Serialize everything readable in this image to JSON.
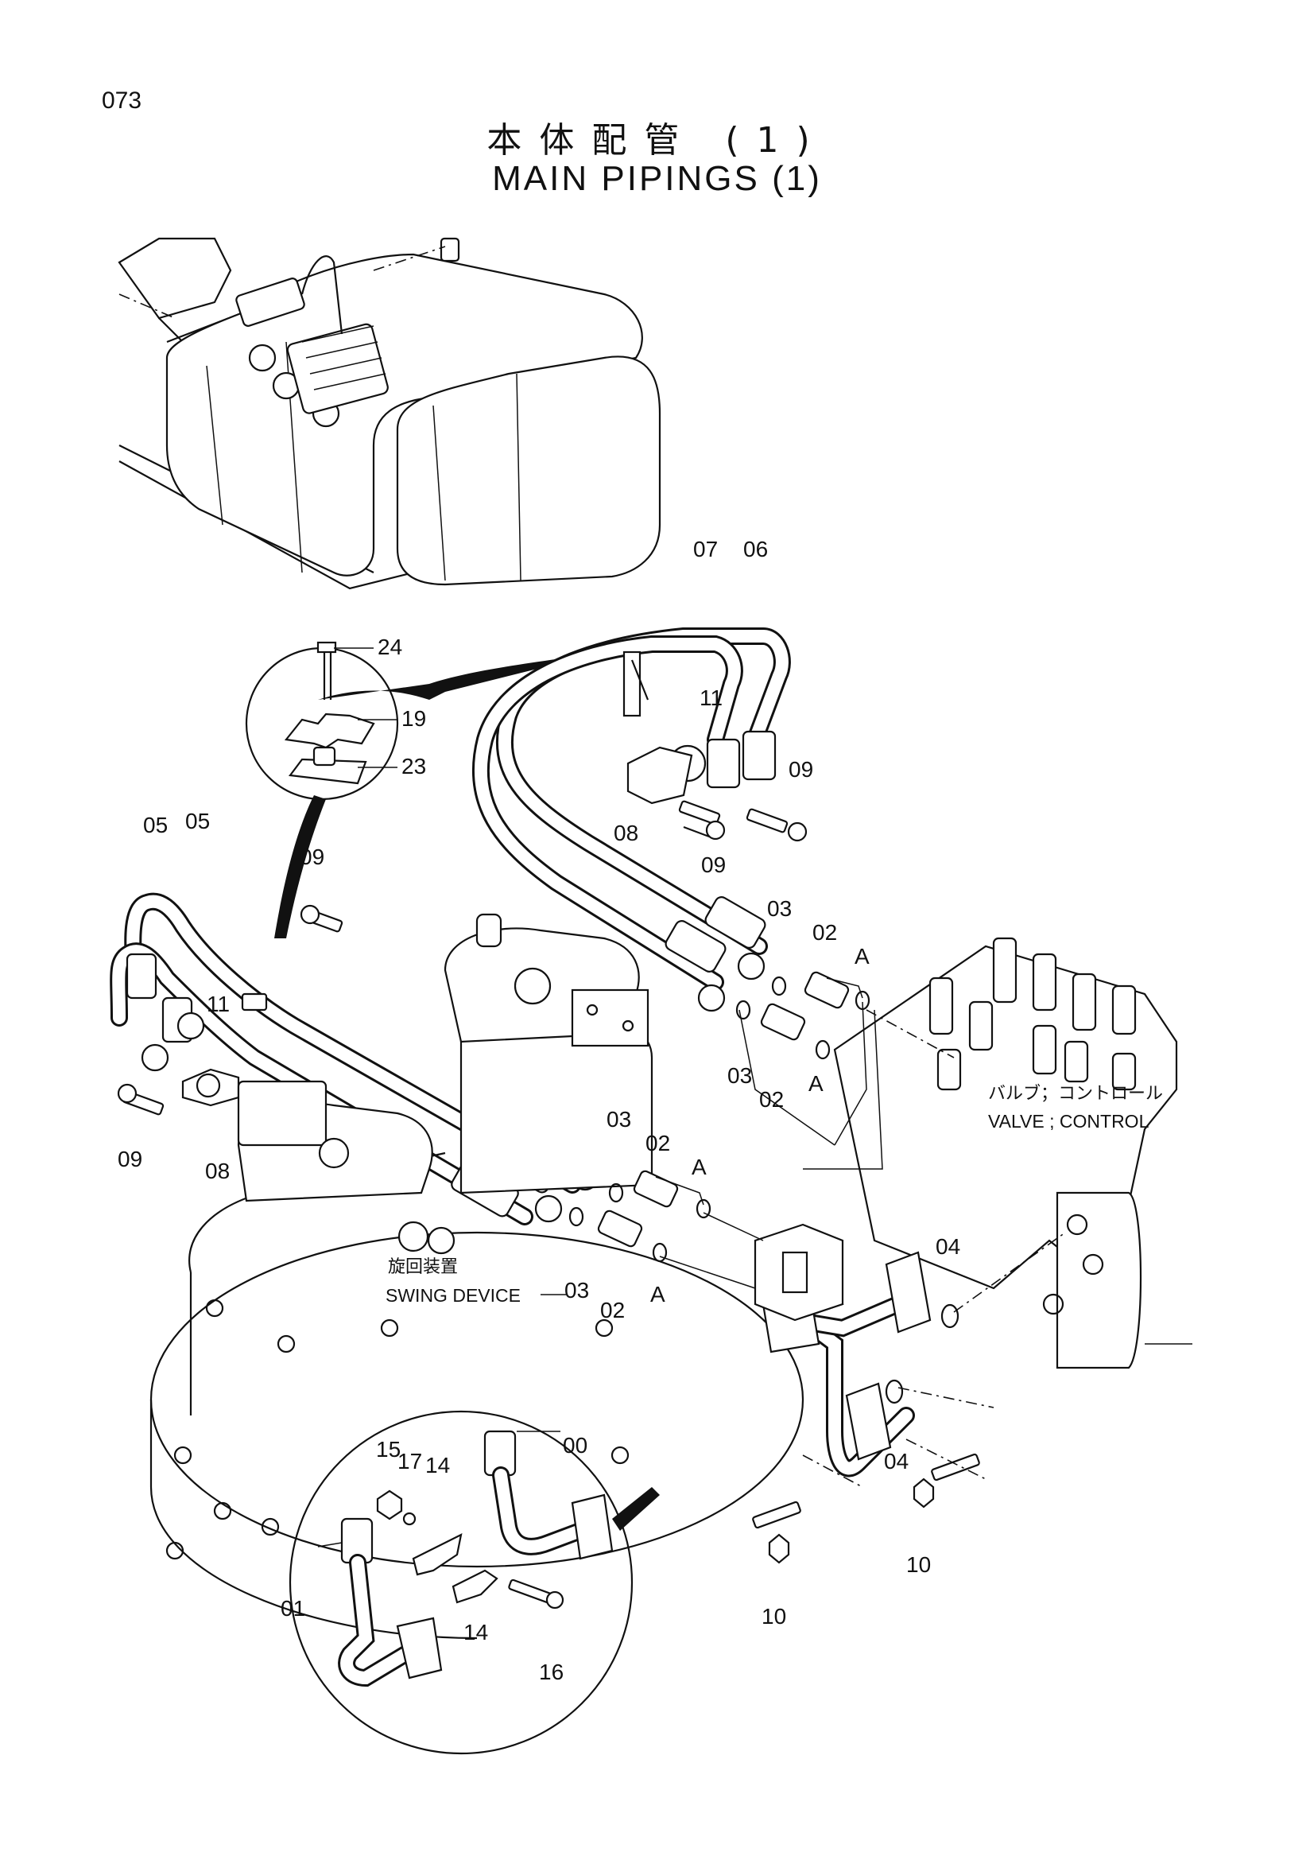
{
  "page_number": "073",
  "title": {
    "japanese": "本体配管 (1)",
    "english": "MAIN PIPINGS (1)"
  },
  "callouts": {
    "valve_control_ja": "バルブ；コントロール",
    "valve_control_en": "VALVE ; CONTROL",
    "swing_device_ja": "旋回装置",
    "swing_device_en": "SWING DEVICE"
  },
  "part_labels": {
    "p07": "07",
    "p06": "06",
    "p24": "24",
    "p19": "19",
    "p23": "23",
    "p11_top": "11",
    "p09_top_right": "09",
    "p08_top": "08",
    "p09_top_mid": "09",
    "p05_a": "05",
    "p05_b": "05",
    "p09_left_top": "09",
    "p03_top": "03",
    "p02_top": "02",
    "pA_top": "A",
    "p03_mid": "03",
    "p02_mid": "02",
    "pA_mid": "A",
    "p11_left": "11",
    "p09_left_bottom": "09",
    "p08_left": "08",
    "p03_low": "03",
    "p02_low": "02",
    "pA_low": "A",
    "p03_swing": "03",
    "p02_swing": "02",
    "pA_swing": "A",
    "p04_top": "04",
    "p04_bottom": "04",
    "p10_right": "10",
    "p10_left": "10",
    "p15": "15",
    "p17": "17",
    "p14_top": "14",
    "p00": "00",
    "p01": "01",
    "p14_bottom": "14",
    "p16": "16"
  }
}
